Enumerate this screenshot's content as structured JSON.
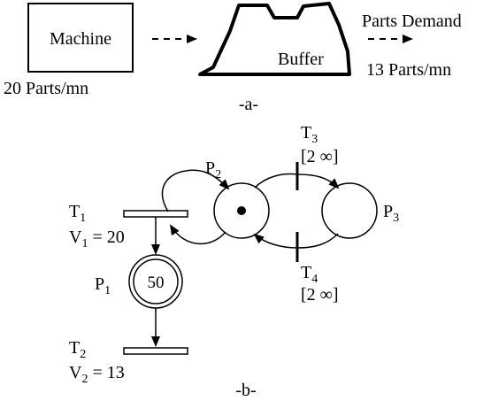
{
  "part_a": {
    "machine_label": "Machine",
    "machine_rate": "20 Parts/mn",
    "buffer_label": "Buffer",
    "demand_label": "Parts Demand",
    "demand_rate": "13 Parts/mn",
    "caption": "-a-"
  },
  "part_b": {
    "places": [
      {
        "name": "P",
        "sub": "1",
        "tokens": "50"
      },
      {
        "name": "P",
        "sub": "2"
      },
      {
        "name": "P",
        "sub": "3"
      }
    ],
    "transitions": [
      {
        "name": "T",
        "sub": "1",
        "param_name": "V",
        "param_sub": "1",
        "param_value": " = 20"
      },
      {
        "name": "T",
        "sub": "2",
        "param_name": "V",
        "param_sub": "2",
        "param_value": " = 13"
      },
      {
        "name": "T",
        "sub": "3",
        "interval": "[2 ∞]"
      },
      {
        "name": "T",
        "sub": "4",
        "interval": "[2 ∞]"
      }
    ],
    "caption": "-b-"
  }
}
